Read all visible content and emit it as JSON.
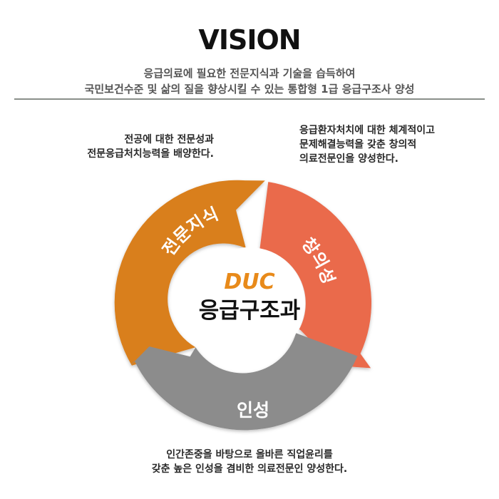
{
  "header": {
    "title": "VISION",
    "subtitle_line1": "응급의료에 필요한 전문지식과 기술을 습득하여",
    "subtitle_line2": "국민보건수준 및 삶의 질을 향상시킬 수 있는 통합형 1급 응급구조사 양성"
  },
  "center": {
    "brand": "DUC",
    "department": "응급구조과"
  },
  "segments": {
    "expertise": {
      "label": "전문지식",
      "color": "#d97f1f",
      "description_line1": "전공에 대한 전문성과",
      "description_line2": "전문응급처치능력을 배양한다."
    },
    "creativity": {
      "label": "창의성",
      "color": "#ea6a4c",
      "description_line1": "응급환자처치에 대한 체계적이고",
      "description_line2": "문제해결능력을 갖춘 창의적",
      "description_line3": "의료전문인을 양성한다."
    },
    "character": {
      "label": "인성",
      "color": "#8c8c8c",
      "description_line1": "인간존중을 바탕으로 올바른 직업윤리를",
      "description_line2": "갖춘 높은 인성을 겸비한 의료전문인 양성한다."
    }
  },
  "colors": {
    "brand_accent": "#e88a1a",
    "rule": "#8a8f8a"
  }
}
